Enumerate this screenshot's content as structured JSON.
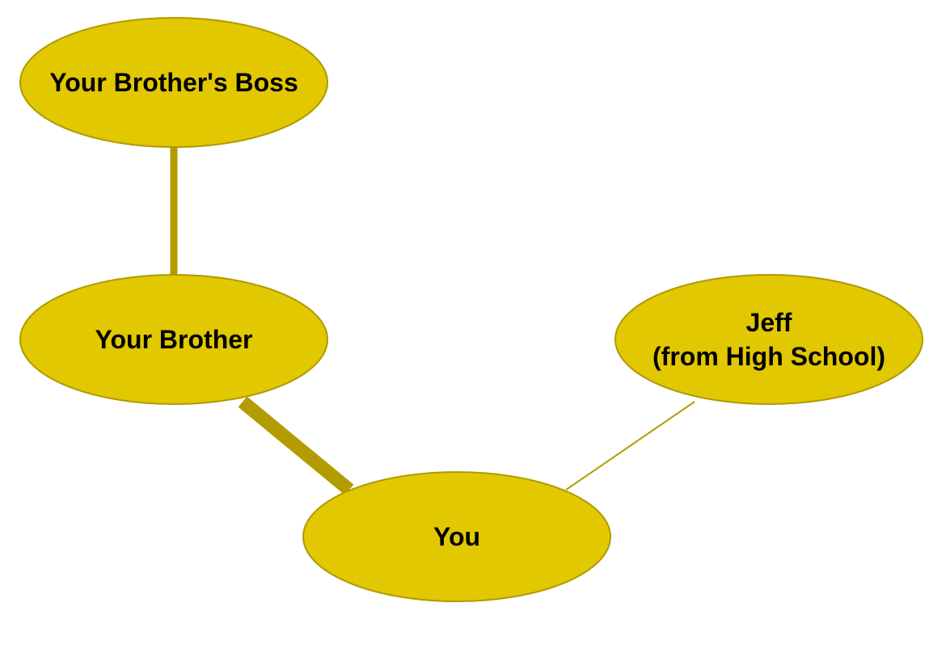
{
  "colors": {
    "node_fill": "#e2c800",
    "node_stroke": "#b09a00",
    "edge": "#b39c00"
  },
  "nodes": {
    "brothers_boss": {
      "label": "Your Brother's Boss"
    },
    "brother": {
      "label": "Your Brother"
    },
    "you": {
      "label": "You"
    },
    "jeff": {
      "line1": "Jeff",
      "line2": "(from High School)"
    }
  },
  "edges": [
    {
      "from": "brothers_boss",
      "to": "brother",
      "strength": "medium"
    },
    {
      "from": "brother",
      "to": "you",
      "strength": "strong"
    },
    {
      "from": "you",
      "to": "jeff",
      "strength": "weak"
    }
  ]
}
